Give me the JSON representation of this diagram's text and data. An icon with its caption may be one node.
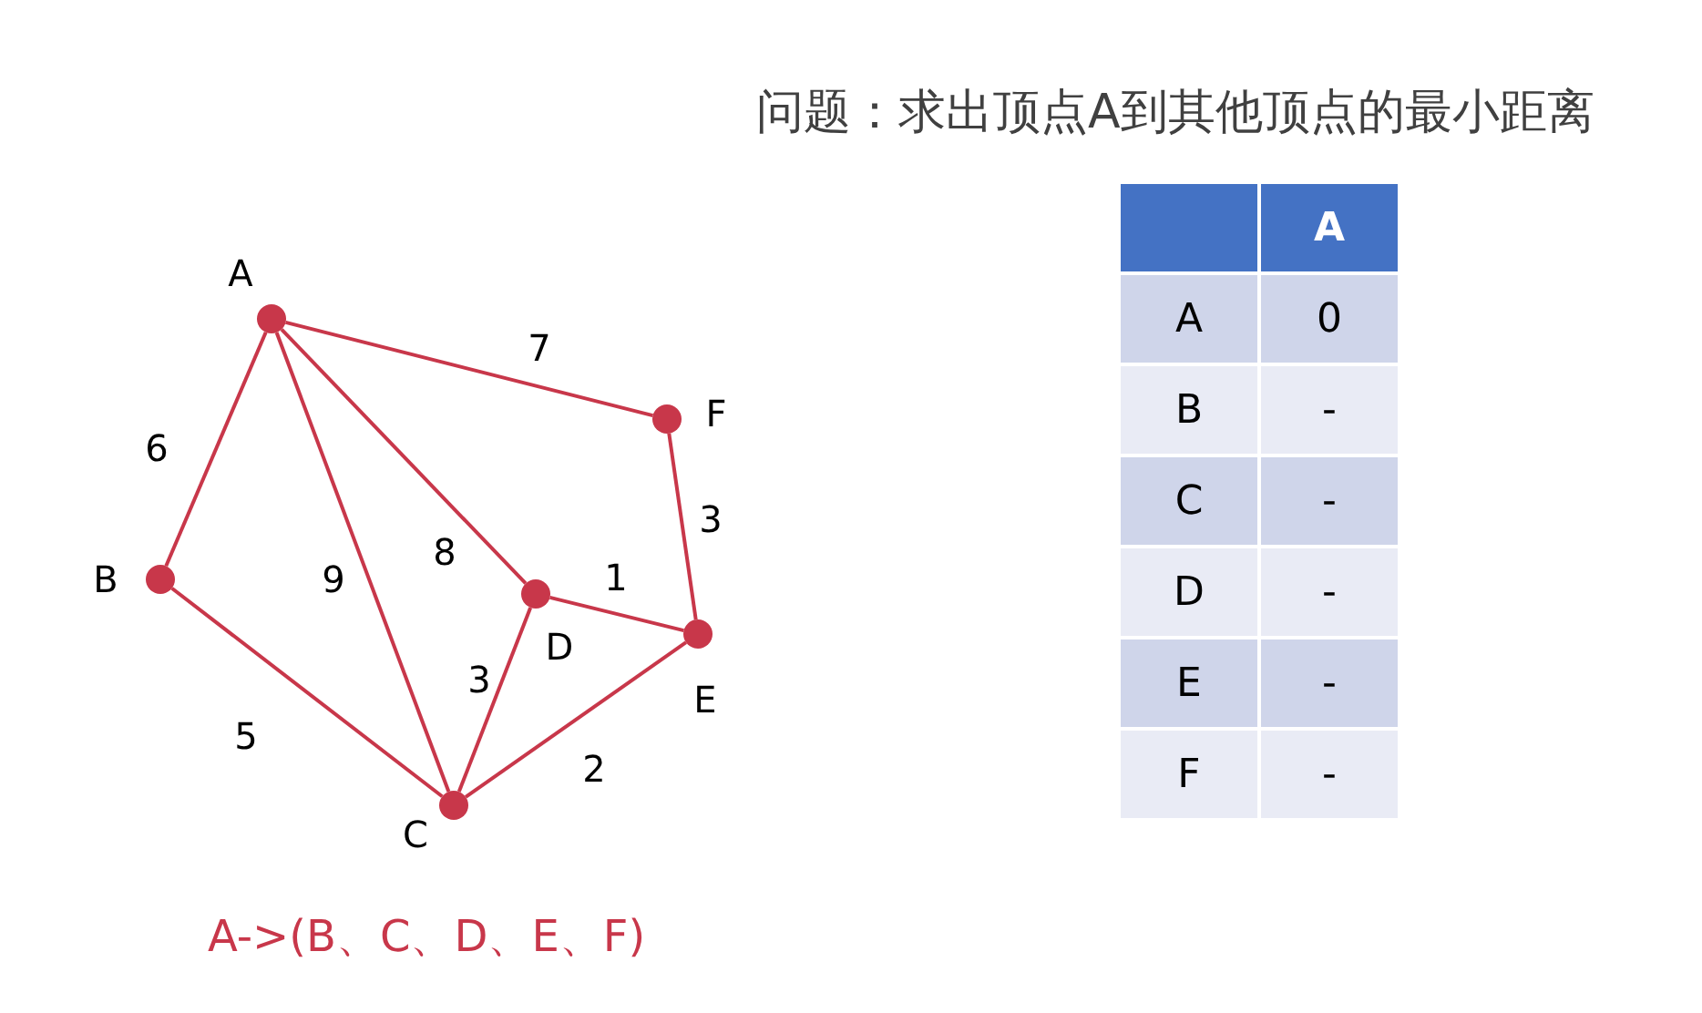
{
  "diagram": {
    "title": "问题：求出顶点A到其他顶点的最小距离",
    "nodes": [
      {
        "text": [],
        "shape": "circle",
        "beside": [
          "A"
        ]
      },
      {
        "text": [],
        "shape": "circle",
        "beside": [
          "B"
        ]
      },
      {
        "text": [],
        "shape": "circle",
        "beside": [
          "C"
        ]
      },
      {
        "text": [],
        "shape": "circle",
        "beside": [
          "D"
        ]
      },
      {
        "text": [],
        "shape": "circle",
        "beside": [
          "E"
        ]
      },
      {
        "text": [],
        "shape": "circle",
        "beside": [
          "F"
        ]
      }
    ],
    "edges": [
      {
        "from": 0,
        "to": 1,
        "arrow": "none",
        "label": "6"
      },
      {
        "from": 0,
        "to": 5,
        "arrow": "none",
        "label": "7"
      },
      {
        "from": 0,
        "to": 2,
        "arrow": "none",
        "label": "9"
      },
      {
        "from": 0,
        "to": 3,
        "arrow": "none",
        "label": "8"
      },
      {
        "from": 1,
        "to": 2,
        "arrow": "none",
        "label": "5"
      },
      {
        "from": 3,
        "to": 4,
        "arrow": "none",
        "label": "1"
      },
      {
        "from": 5,
        "to": 4,
        "arrow": "none",
        "label": "3"
      },
      {
        "from": 3,
        "to": 2,
        "arrow": "none",
        "label": "3"
      },
      {
        "from": 2,
        "to": 4,
        "arrow": "none",
        "label": "2"
      }
    ],
    "labels": [
      "A",
      "A",
      "0",
      "B",
      "-",
      "C",
      "-",
      "D",
      "-",
      "E",
      "-",
      "F",
      "-",
      "A->(B、C、D、E、F)"
    ]
  }
}
